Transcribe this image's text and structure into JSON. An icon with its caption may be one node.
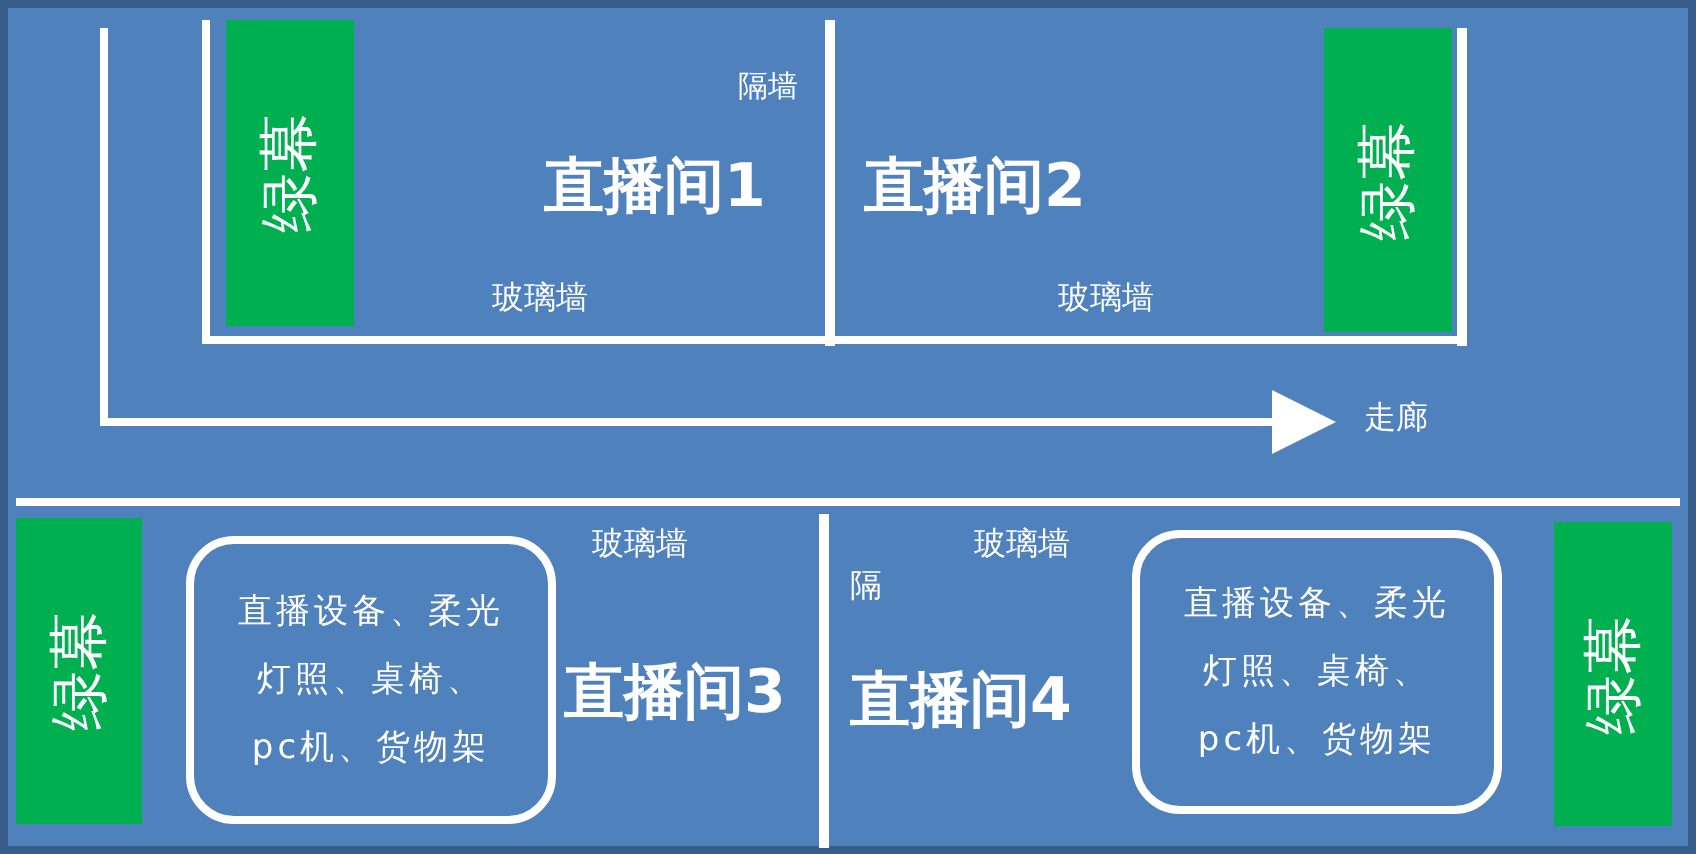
{
  "diagram": {
    "nodes": [
      {
        "text": [
          "绿幕"
        ]
      },
      {
        "text": [
          "绿幕"
        ]
      },
      {
        "text": [
          "绿幕"
        ]
      },
      {
        "text": [
          "直播设备、柔光灯照、桌椅、pc机、货物架"
        ]
      },
      {
        "text": [
          "直播设备、柔光灯照、桌椅、pc机、货物架"
        ]
      },
      {
        "text": [
          "绿幕"
        ]
      }
    ],
    "labels": [
      "隔墙",
      "直播间1",
      "直播间2",
      "玻璃墙",
      "玻璃墙",
      "走廊",
      "玻璃墙",
      "玻璃墙",
      "隔",
      "直播间3",
      "直播间4"
    ]
  }
}
